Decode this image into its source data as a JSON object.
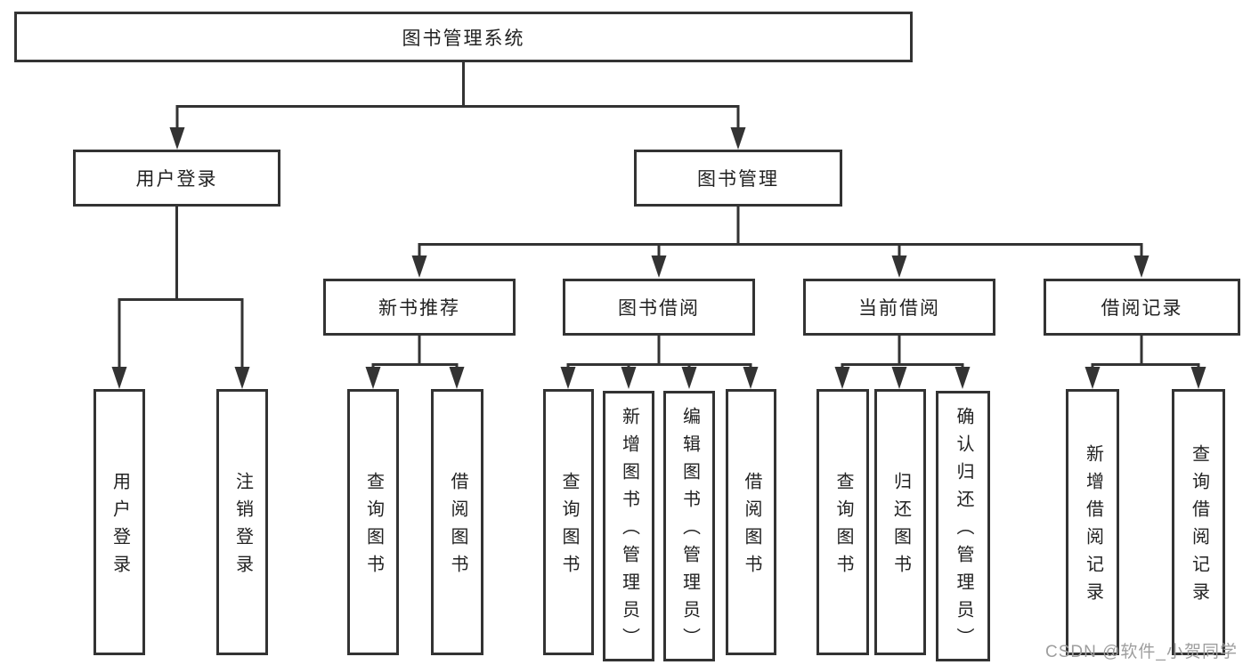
{
  "diagram": {
    "root": {
      "label": "图书管理系统"
    },
    "branches": [
      {
        "label": "用户登录",
        "children": [
          {
            "label": "用户登录"
          },
          {
            "label": "注销登录"
          }
        ]
      },
      {
        "label": "图书管理",
        "children": [
          {
            "label": "新书推荐",
            "children": [
              {
                "label": "查询图书"
              },
              {
                "label": "借阅图书"
              }
            ]
          },
          {
            "label": "图书借阅",
            "children": [
              {
                "label": "查询图书"
              },
              {
                "label": "新增图书（管理员）"
              },
              {
                "label": "编辑图书（管理员）"
              },
              {
                "label": "借阅图书"
              }
            ]
          },
          {
            "label": "当前借阅",
            "children": [
              {
                "label": "查询图书"
              },
              {
                "label": "归还图书"
              },
              {
                "label": "确认归还（管理员）"
              }
            ]
          },
          {
            "label": "借阅记录",
            "children": [
              {
                "label": "新增借阅记录"
              },
              {
                "label": "查询借阅记录"
              }
            ]
          }
        ]
      }
    ]
  },
  "watermark": {
    "label": "CSDN @软件_小贺同学"
  },
  "colors": {
    "line": "#333333",
    "text": "#222222",
    "watermark": "#9e9e9e",
    "bg": "#ffffff"
  }
}
